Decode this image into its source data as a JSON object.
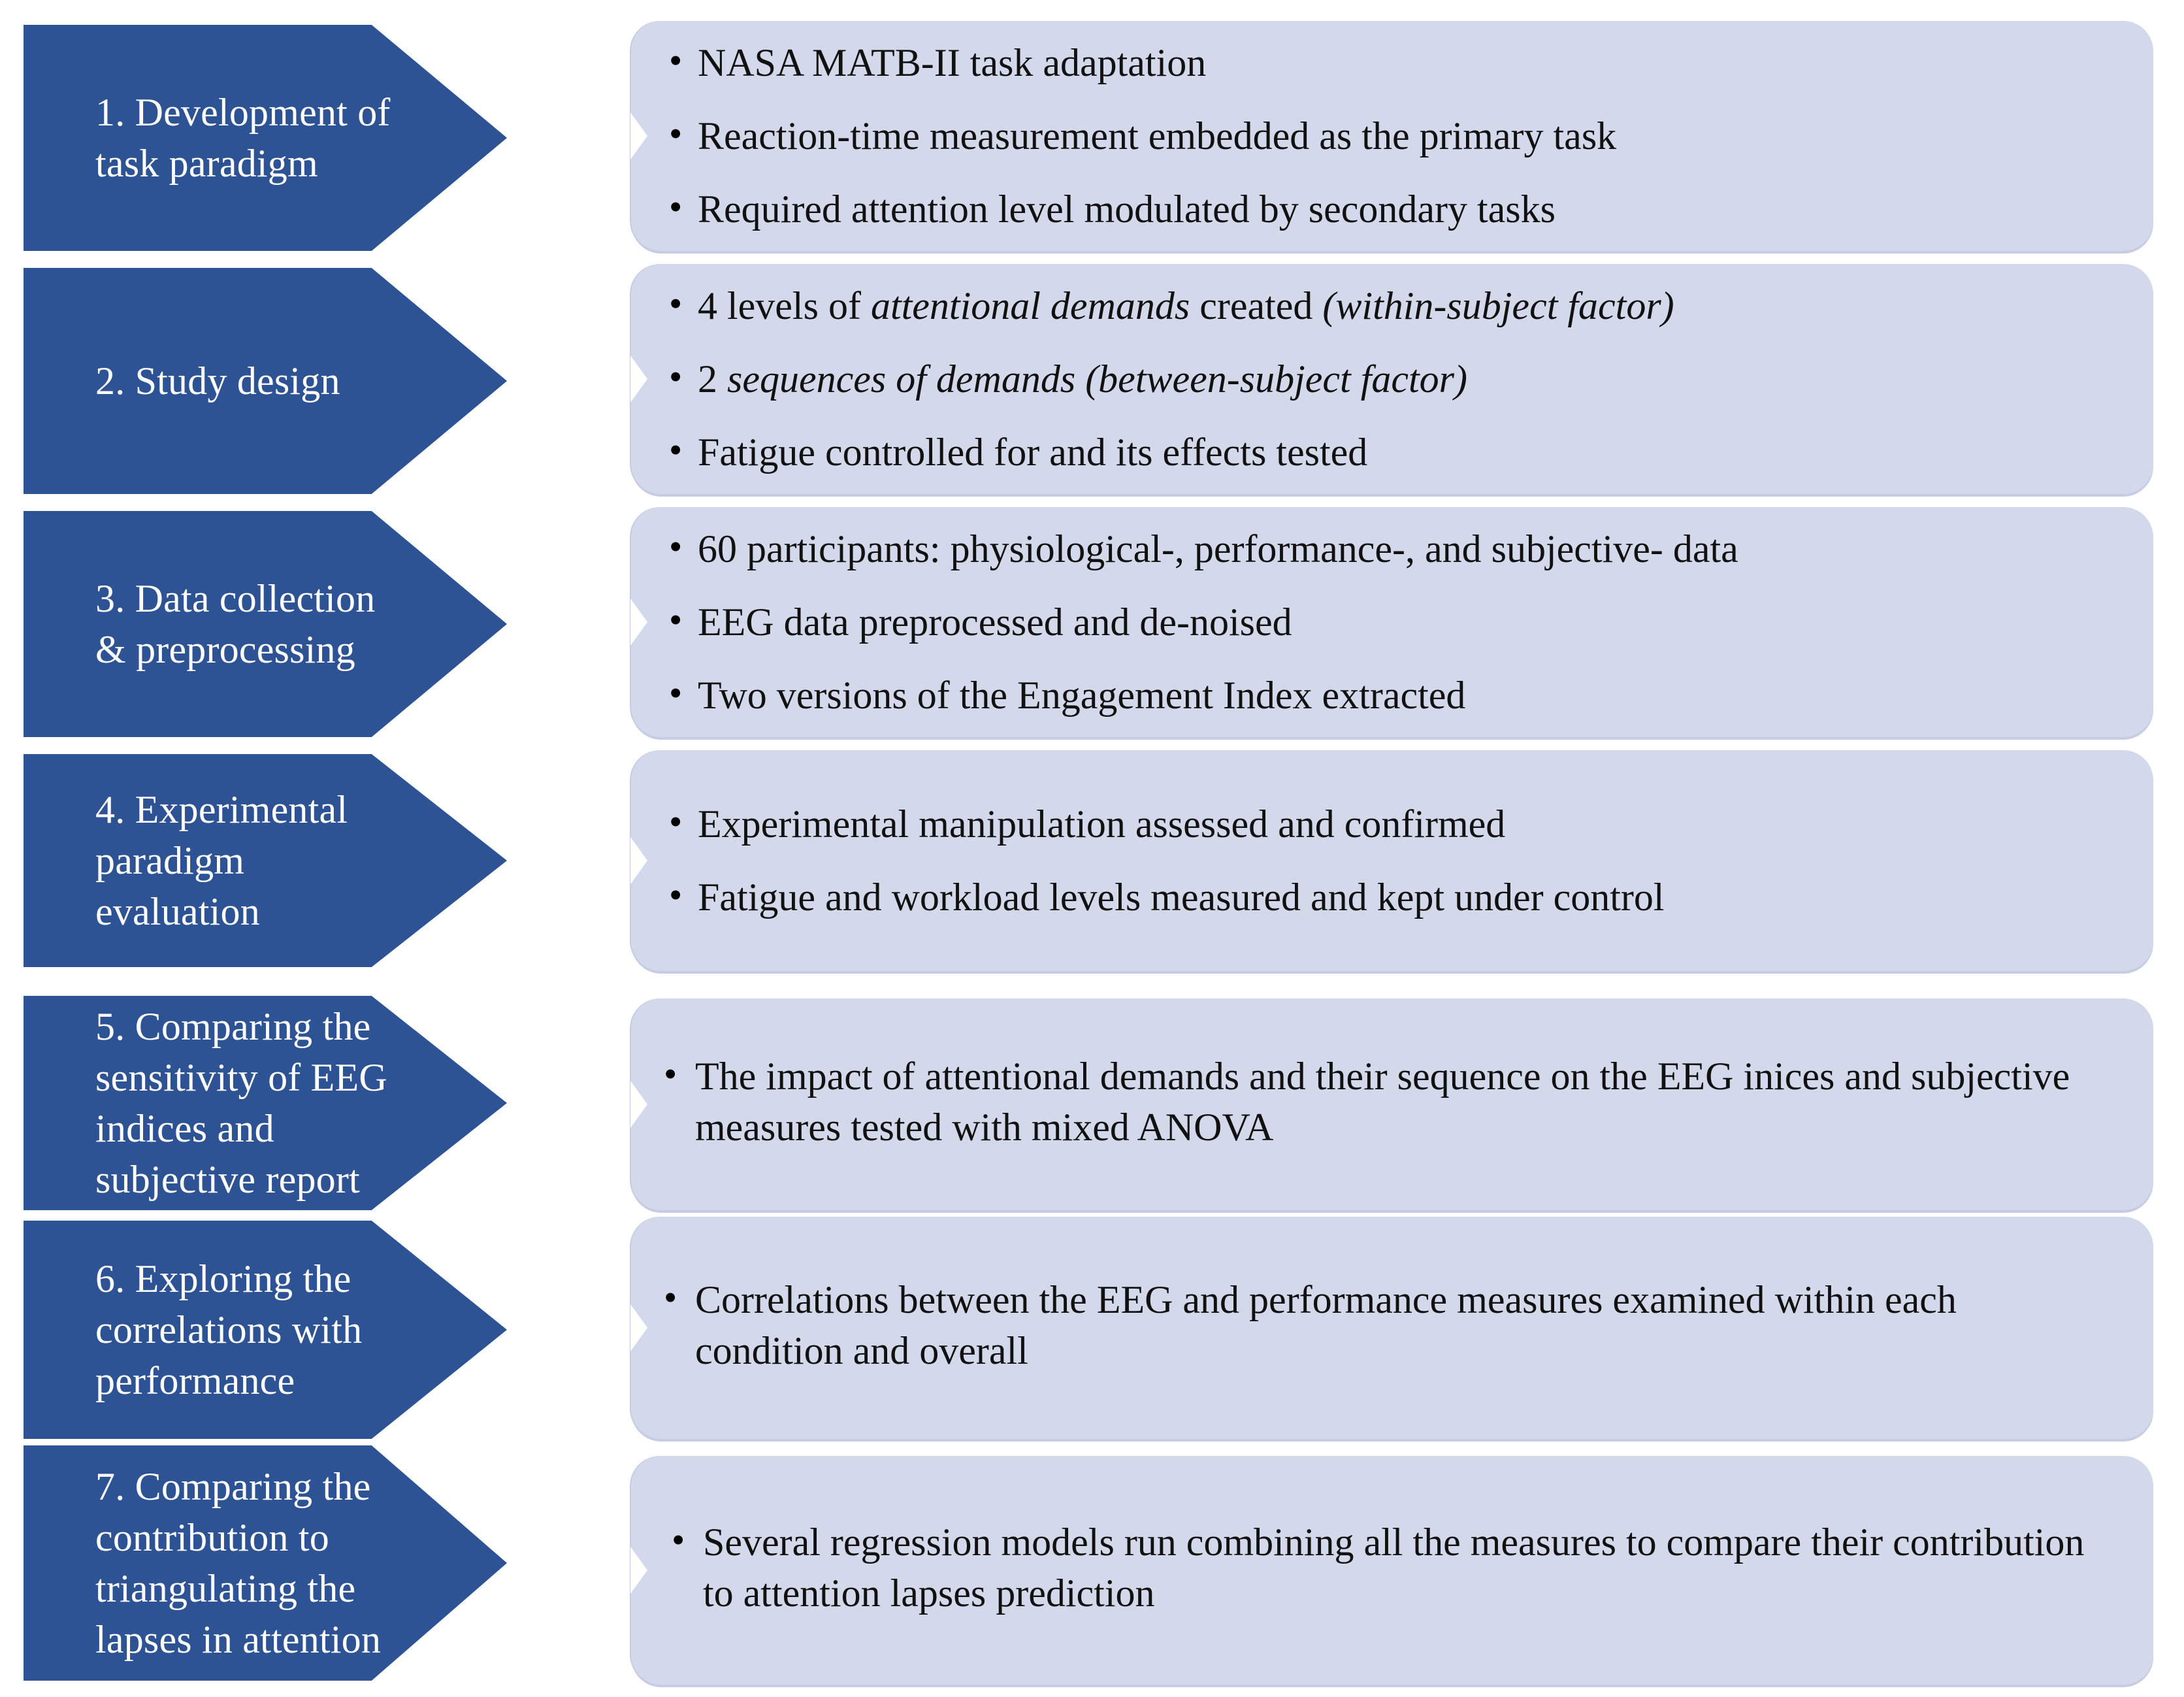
{
  "theme": {
    "arrow_color": "#2E5395",
    "panel_color": "#D4D8EB",
    "arrow_text_color": "#FFFFFF",
    "panel_text_color": "#111111",
    "background": "#FFFFFF"
  },
  "steps": [
    {
      "label": "1. Development of task paradigm",
      "bullets": [
        "NASA MATB-II task adaptation",
        "Reaction-time measurement embedded as the primary task",
        "Required attention level modulated by secondary tasks"
      ]
    },
    {
      "label": "2. Study design",
      "bullets": [
        "4 levels of attentional demands created (within-subject factor)",
        "2 sequences of demands (between-subject factor)",
        "Fatigue controlled for and its effects tested"
      ],
      "bullets_html": [
        "4 levels of <em>attentional demands</em> created <em>(within-subject factor)</em>",
        "2 <em>sequences of demands (between-subject factor)</em>",
        "Fatigue controlled for and its effects tested"
      ]
    },
    {
      "label": "3. Data collection & preprocessing",
      "bullets": [
        "60 participants: physiological-, performance-, and subjective- data",
        "EEG data preprocessed and de-noised",
        "Two versions of the Engagement Index extracted"
      ]
    },
    {
      "label": "4. Experimental paradigm evaluation",
      "bullets": [
        "Experimental manipulation assessed and confirmed",
        "Fatigue and workload levels measured and kept under control"
      ]
    },
    {
      "label": "5. Comparing the sensitivity of EEG indices and subjective report",
      "bullets": [
        "The impact of attentional demands and their sequence on the EEG inices and subjective measures tested with mixed ANOVA"
      ]
    },
    {
      "label": "6. Exploring the correlations with performance",
      "bullets": [
        "Correlations between the EEG and performance measures examined within each condition and overall"
      ]
    },
    {
      "label": "7. Comparing the contribution to triangulating the lapses in attention",
      "bullets": [
        "Several regression models run combining all the measures to compare their contribution to attention lapses prediction"
      ]
    }
  ]
}
